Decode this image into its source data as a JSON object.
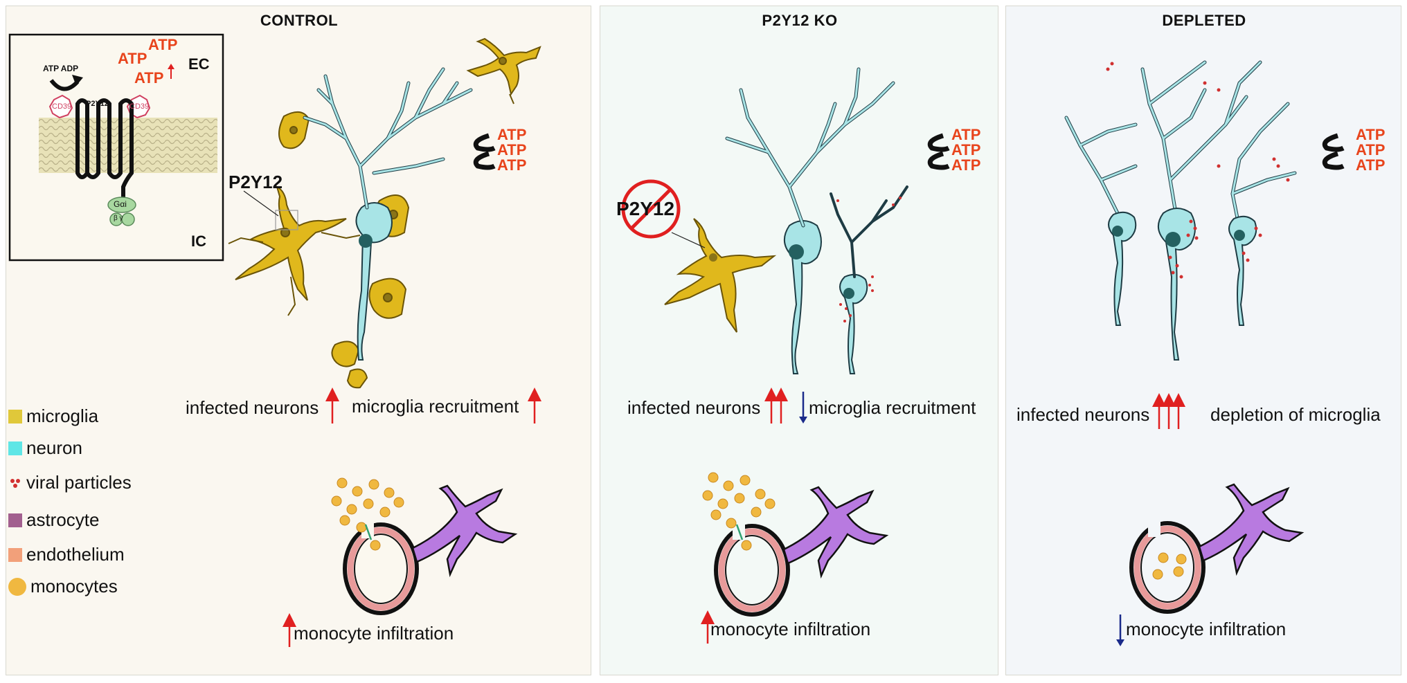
{
  "panels": {
    "control": {
      "title": "CONTROL"
    },
    "ko": {
      "title": "P2Y12 KO"
    },
    "depleted": {
      "title": "DEPLETED"
    }
  },
  "inset": {
    "atp": "ATP",
    "atp_adp": "ATP ADP",
    "ec": "EC",
    "ic": "IC",
    "cd39": "CD39",
    "p2y12": "P2Y12",
    "galpha": "Gαi",
    "betagamma": "β γ"
  },
  "labels": {
    "atp": "ATP",
    "p2y12_label": "P2Y12",
    "infected_neurons": "infected neurons",
    "microglia_recruitment": "microglia recruitment",
    "depletion_of_microglia": "depletion of microglia",
    "monocyte_infiltration": "monocyte infiltration"
  },
  "legend": [
    {
      "label": "microglia",
      "color": "#e0c83a"
    },
    {
      "label": "neuron",
      "color": "#5fe6e6"
    },
    {
      "label": "viral particles",
      "color": "#d23030"
    },
    {
      "label": "astrocyte",
      "color": "#a2608f"
    },
    {
      "label": "endothelium",
      "color": "#f2a07a"
    },
    {
      "label": "monocytes",
      "color": "#f0b840"
    }
  ],
  "colors": {
    "microglia": "#e0b81c",
    "neuron": "#a8e4e6",
    "atp_red": "#e8441c",
    "arrow_up": "#e02020",
    "arrow_down": "#1a2a8a",
    "astrocyte": "#b87ae0",
    "endothelium": "#f0a090"
  }
}
